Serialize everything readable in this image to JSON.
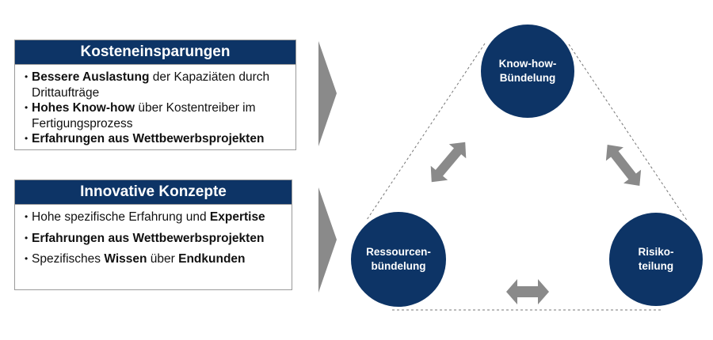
{
  "boxes": [
    {
      "title": "Kosteneinsparungen",
      "items": [
        [
          {
            "t": "Bessere Auslastung",
            "b": true
          },
          {
            "t": " der Kapaziäten durch Drittaufträge",
            "b": false
          }
        ],
        [
          {
            "t": "Hohes Know-how",
            "b": true
          },
          {
            "t": " über Kostentreiber im Fertigungsprozess",
            "b": false
          }
        ],
        [
          {
            "t": "Erfahrungen aus Wettbewerbsprojekten",
            "b": true
          }
        ]
      ]
    },
    {
      "title": "Innovative Konzepte",
      "items": [
        [
          {
            "t": "Hohe spezifische Erfahrung und ",
            "b": false
          },
          {
            "t": "Expertise",
            "b": true
          }
        ],
        [
          {
            "t": "Erfahrungen aus Wettbewerbsprojekten",
            "b": true
          }
        ],
        [
          {
            "t": "Spezifisches ",
            "b": false
          },
          {
            "t": "Wissen",
            "b": true
          },
          {
            "t": " über ",
            "b": false
          },
          {
            "t": "Endkunden",
            "b": true
          }
        ]
      ]
    }
  ],
  "circles": {
    "top": {
      "line1": "Know-how-",
      "line2": "Bündelung"
    },
    "left": {
      "line1": "Ressourcen-",
      "line2": "bündelung"
    },
    "right": {
      "line1": "Risiko-",
      "line2": "teilung"
    }
  },
  "colors": {
    "navy": "#0d3466",
    "arrow_gray": "#8a8a8a"
  }
}
